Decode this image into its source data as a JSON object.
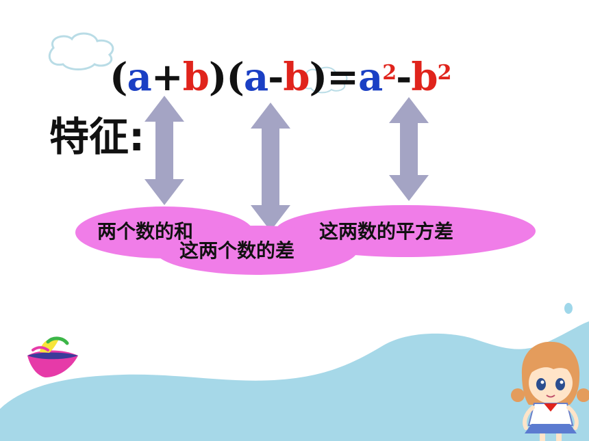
{
  "formula": {
    "open1": "(",
    "a1": "a",
    "plus": "+",
    "b1": "b",
    "close1": ")",
    "open2": "(",
    "a2": "a",
    "minus1": "-",
    "b2": "b",
    "close2": ")",
    "equals": "=",
    "a3": "a",
    "exp1": "2",
    "minus2": "-",
    "b3": "b",
    "exp2": "2"
  },
  "feature_label": "特征:",
  "bubbles": {
    "sum": "两个数的和",
    "difference": "这两个数的差",
    "square_difference": "这两数的平方差"
  },
  "colors": {
    "a": "#1a3fc4",
    "b": "#e0241c",
    "bubble_fill": "#f07de8",
    "arrow_fill": "#a4a4c4",
    "wave_fill": "#a6d8e8"
  },
  "icons": [
    "cloud-icon",
    "boat-icon",
    "cartoon-girl-icon",
    "double-arrow-icon"
  ]
}
